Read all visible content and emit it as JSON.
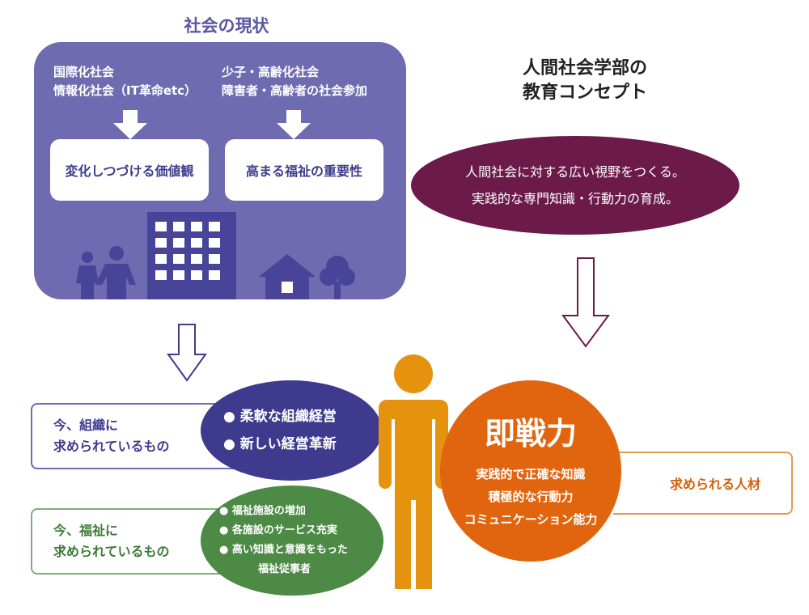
{
  "society": {
    "title": "社会の現状",
    "left_line1": "国際化社会",
    "left_line2": "情報化社会（IT革命etc）",
    "right_line1": "少子・高齢化社会",
    "right_line2": "障害者・高齢者の社会参加",
    "box_left": "変化しつづける価値観",
    "box_right": "高まる福祉の重要性"
  },
  "concept": {
    "title_line1": "人間社会学部の",
    "title_line2": "教育コンセプト",
    "line1": "人間社会に対する広い視野をつくる。",
    "line2": "実践的な専門知識・行動力の育成。"
  },
  "organization": {
    "label_line1": "今、組織に",
    "label_line2": "求められているもの",
    "items": [
      "柔軟な組織経営",
      "新しい経営革新"
    ]
  },
  "welfare": {
    "label_line1": "今、福祉に",
    "label_line2": "求められているもの",
    "items": [
      "福祉施設の増加",
      "各施設のサービス充実",
      "高い知識と意識をもった",
      "福祉従事者"
    ]
  },
  "ability": {
    "title": "即戦力",
    "lines": [
      "実践的で正確な知識",
      "積極的な行動力",
      "コミュニケーション能力"
    ],
    "required_label": "求められる人材"
  },
  "colors": {
    "purple_panel": "#6e6bb0",
    "plum": "#6b1a49",
    "navy_ellipse": "#3e3b8f",
    "green_ellipse": "#4c8a45",
    "orange": "#e0650e",
    "figure": "#e5930f"
  }
}
